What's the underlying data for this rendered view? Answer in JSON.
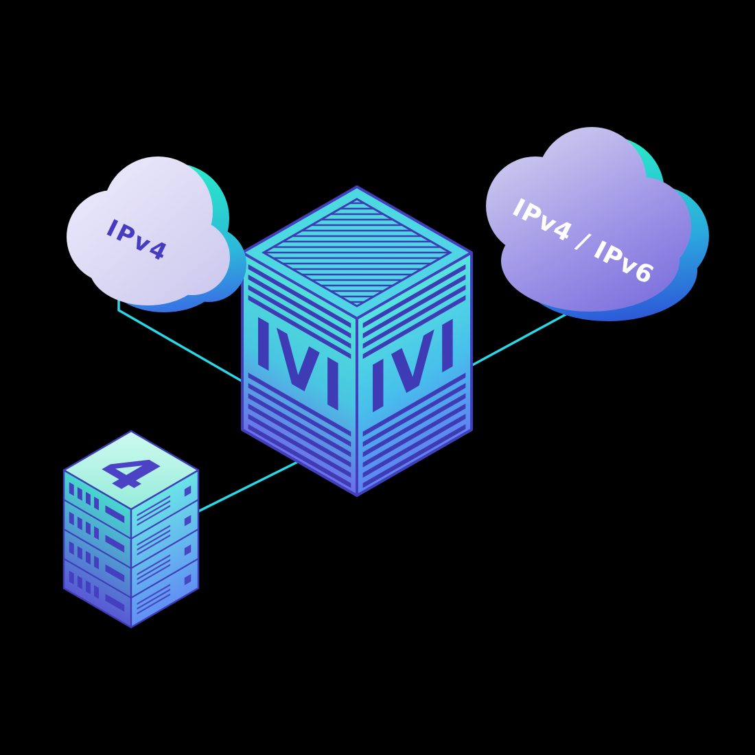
{
  "diagram": {
    "kind": "isometric-network-illustration",
    "nodes": [
      {
        "id": "ipv4-cloud",
        "shape": "cloud",
        "label": "IPv4",
        "position": "top-left"
      },
      {
        "id": "dual-stack-cloud",
        "shape": "cloud",
        "label": "IPv4 / IPv6",
        "position": "top-right"
      },
      {
        "id": "ivi-translator",
        "shape": "cube",
        "front_left_label": "IVI",
        "front_right_label": "IVI",
        "position": "center"
      },
      {
        "id": "server-stack",
        "shape": "server-rack",
        "label": "4",
        "units": 4,
        "position": "bottom-left"
      }
    ],
    "connections": [
      {
        "from": "ipv4-cloud",
        "to": "ivi-translator"
      },
      {
        "from": "dual-stack-cloud",
        "to": "ivi-translator"
      },
      {
        "from": "server-stack",
        "to": "ivi-translator"
      }
    ],
    "colors": {
      "background": "#000000",
      "connector": "#2AD7E7",
      "detail_indigo": "#3F3BB4",
      "edge_indigo": "#433FBC",
      "cube_teal": "#4FE0D8",
      "cube_blue": "#5F82F2",
      "accent_teal": "#2BEAC8",
      "accent_blue": "#3346D8",
      "left_cloud_body": "#DEDBF4",
      "left_cloud_label_color": "#473CC0",
      "right_cloud_top": "#C9C5EE",
      "right_cloud_bottom": "#7A6EDC",
      "right_cloud_label_color": "#FFFFFF",
      "server_top": "#B2F2E6"
    }
  }
}
